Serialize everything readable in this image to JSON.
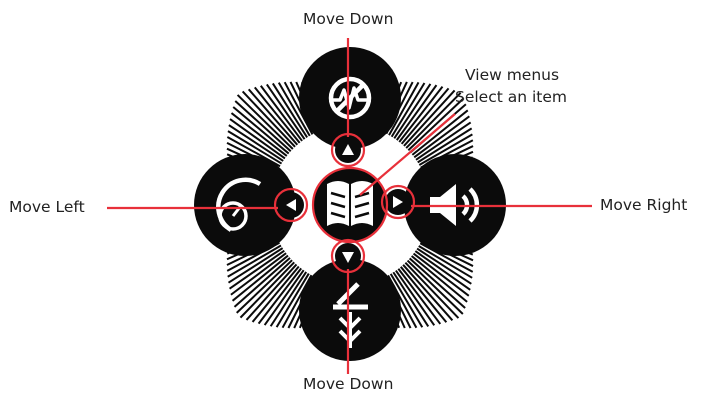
{
  "colors": {
    "accent": "#e8303a",
    "ink": "#0b0b0b",
    "background": "#ffffff"
  },
  "labels": {
    "top": "Move Down",
    "bottom": "Move Down",
    "left": "Move Left",
    "right": "Move Right",
    "center_line1": "View menus",
    "center_line2": "Select an item"
  },
  "icons": {
    "top": "heartbeat-no-signal-icon",
    "left": "gauge-dial-icon",
    "right": "speaker-volume-icon",
    "bottom": "pinpoint-arrows-icon",
    "center": "menu-book-icon",
    "arrow_up": "triangle-up-icon",
    "arrow_down": "triangle-down-icon",
    "arrow_left": "triangle-left-icon",
    "arrow_right": "triangle-right-icon"
  }
}
